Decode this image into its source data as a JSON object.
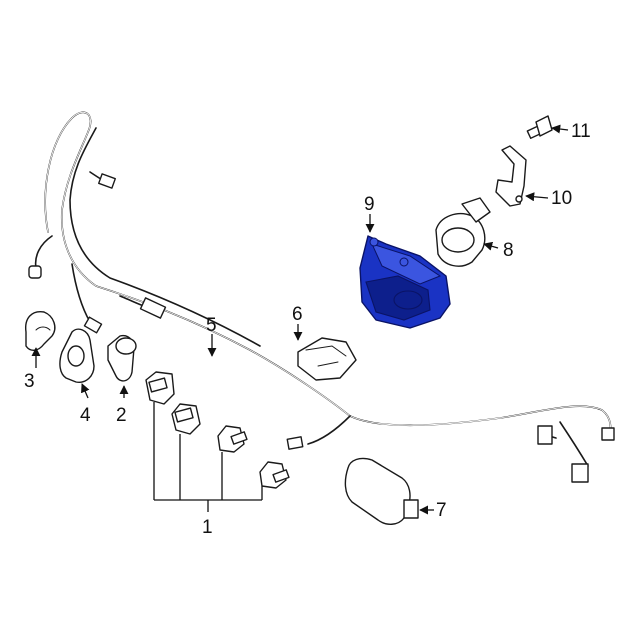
{
  "diagram": {
    "colors": {
      "background": "#ffffff",
      "line": "#1a1a1a",
      "highlight": "#1a33c4"
    },
    "callouts": [
      {
        "id": "1",
        "label": "1"
      },
      {
        "id": "2",
        "label": "2"
      },
      {
        "id": "3",
        "label": "3"
      },
      {
        "id": "4",
        "label": "4"
      },
      {
        "id": "5",
        "label": "5"
      },
      {
        "id": "6",
        "label": "6"
      },
      {
        "id": "7",
        "label": "7"
      },
      {
        "id": "8",
        "label": "8"
      },
      {
        "id": "9",
        "label": "9"
      },
      {
        "id": "10",
        "label": "10"
      },
      {
        "id": "11",
        "label": "11"
      }
    ]
  }
}
